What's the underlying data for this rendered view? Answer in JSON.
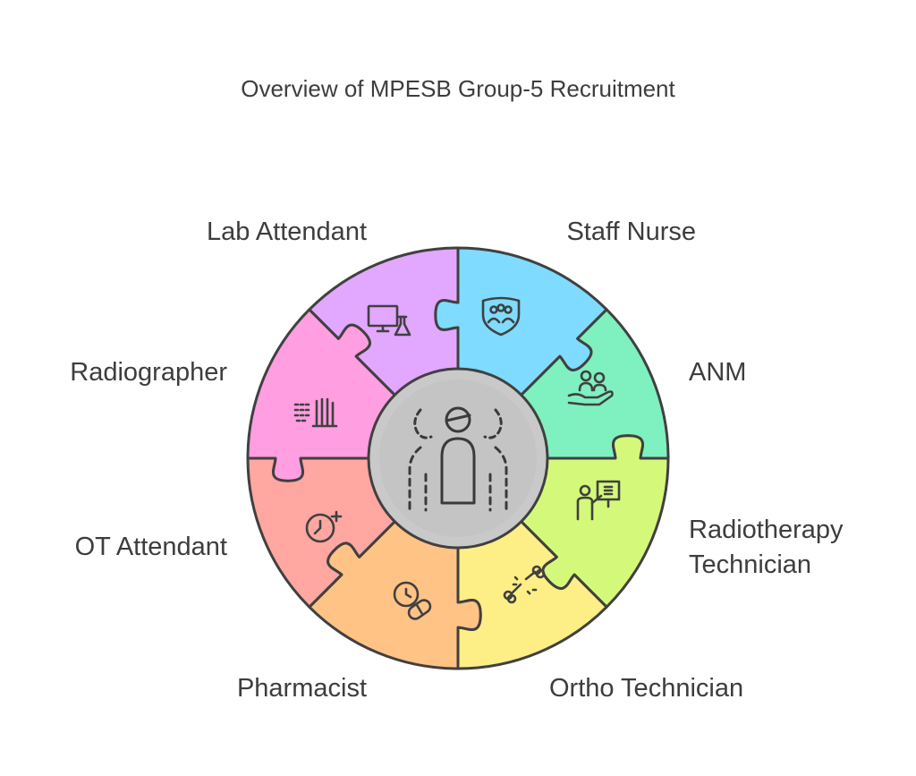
{
  "title": "Overview of MPESB Group-5 Recruitment",
  "hub": {
    "icon": "group-people-icon"
  },
  "roles": [
    {
      "label": "Staff Nurse",
      "color": "#7fdbff",
      "icon": "nurse-group-shield-icon"
    },
    {
      "label": "ANM",
      "color": "#7ff0bf",
      "icon": "hand-care-people-icon"
    },
    {
      "label": "Radiotherapy Technician",
      "lines": [
        "Radiotherapy",
        "Technician"
      ],
      "color": "#d4f97a",
      "icon": "doctor-xray-board-icon"
    },
    {
      "label": "Ortho Technician",
      "color": "#fdee86",
      "icon": "broken-bone-icon"
    },
    {
      "label": "Pharmacist",
      "color": "#ffc385",
      "icon": "pill-clock-icon"
    },
    {
      "label": "OT Attendant",
      "color": "#ffa7a0",
      "icon": "clock-plus-icon"
    },
    {
      "label": "Radiographer",
      "color": "#ff9ee0",
      "icon": "xray-hand-icon"
    },
    {
      "label": "Lab Attendant",
      "color": "#e2a7ff",
      "icon": "monitor-flask-icon"
    }
  ]
}
